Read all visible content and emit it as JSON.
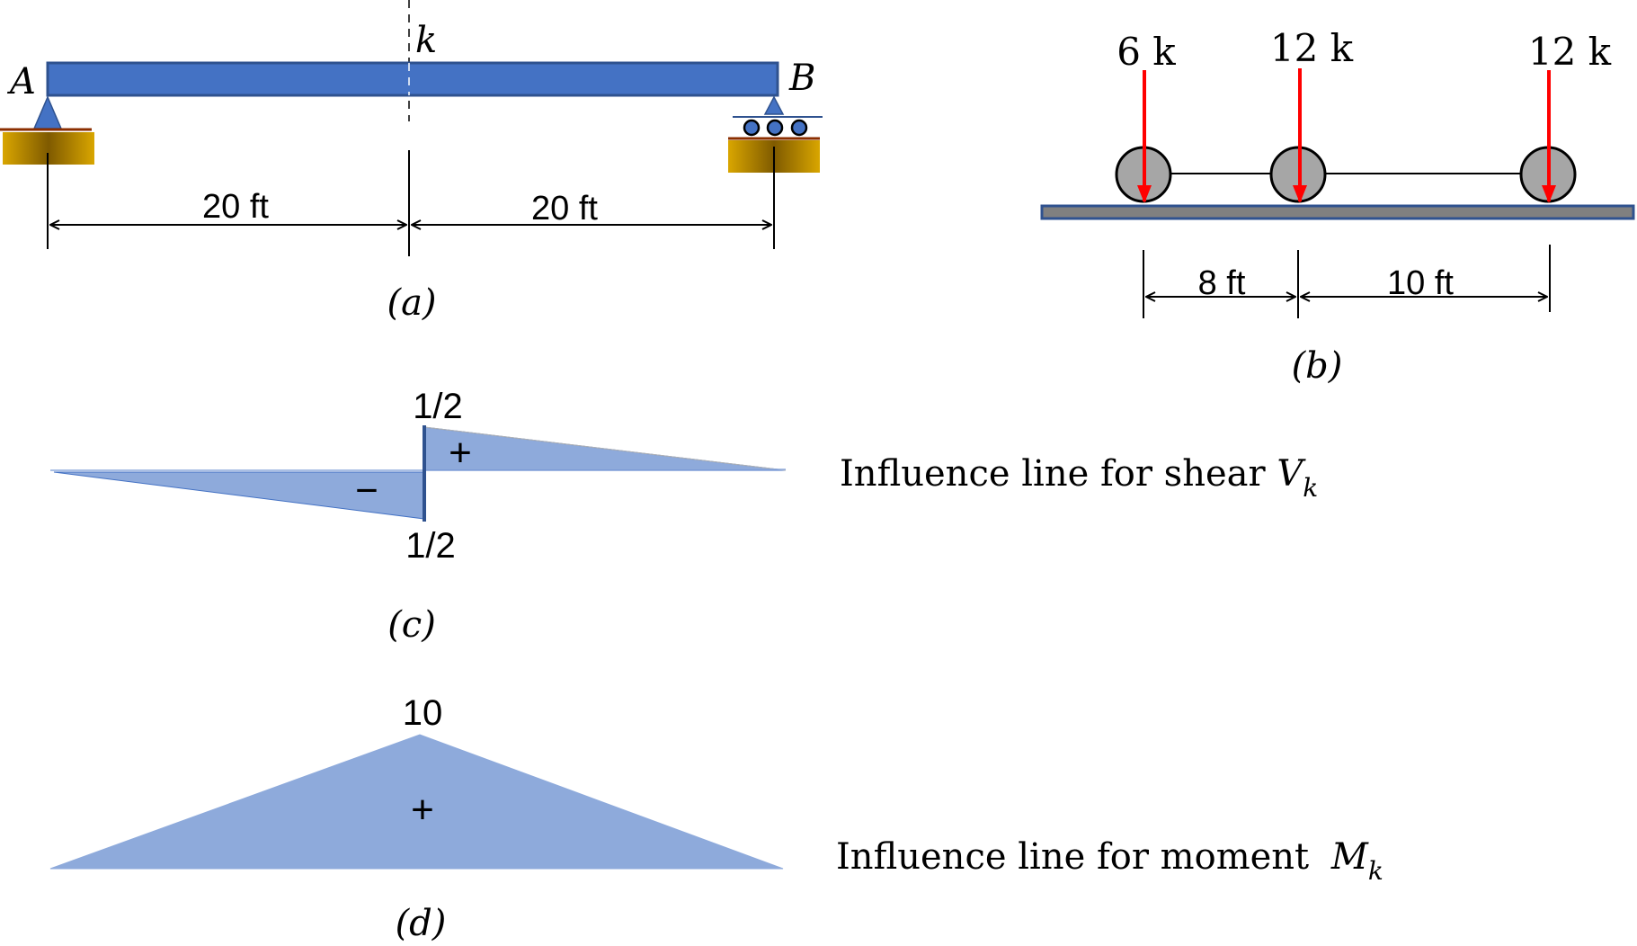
{
  "beam": {
    "label_a": "A",
    "label_b": "B",
    "label_k": "k",
    "dim_left": "20 ft",
    "dim_right": "20 ft",
    "caption": "(a)"
  },
  "loads": {
    "load1": "6 k",
    "load2": "12 k",
    "load3": "12 k",
    "spacing1": "8 ft",
    "spacing2": "10 ft",
    "caption": "(b)"
  },
  "shear_il": {
    "top_value": "1/2",
    "bottom_value": "1/2",
    "plus_sign": "+",
    "minus_sign": "−",
    "label": "Influence line for shear ",
    "label_symbol": "V",
    "label_subscript": "k",
    "caption": "(c)"
  },
  "moment_il": {
    "peak_value": "10",
    "plus_sign": "+",
    "label": "Influence line for moment ",
    "label_symbol": "M",
    "label_subscript": "k",
    "caption": "(d)"
  },
  "colors": {
    "beam_fill": "#4472c4",
    "beam_stroke": "#2f528f",
    "diagram_fill": "#8eaadb",
    "load_arrow": "#ff0000",
    "ground_fill": "#c49a00",
    "wheel_fill": "#a6a6a6"
  }
}
